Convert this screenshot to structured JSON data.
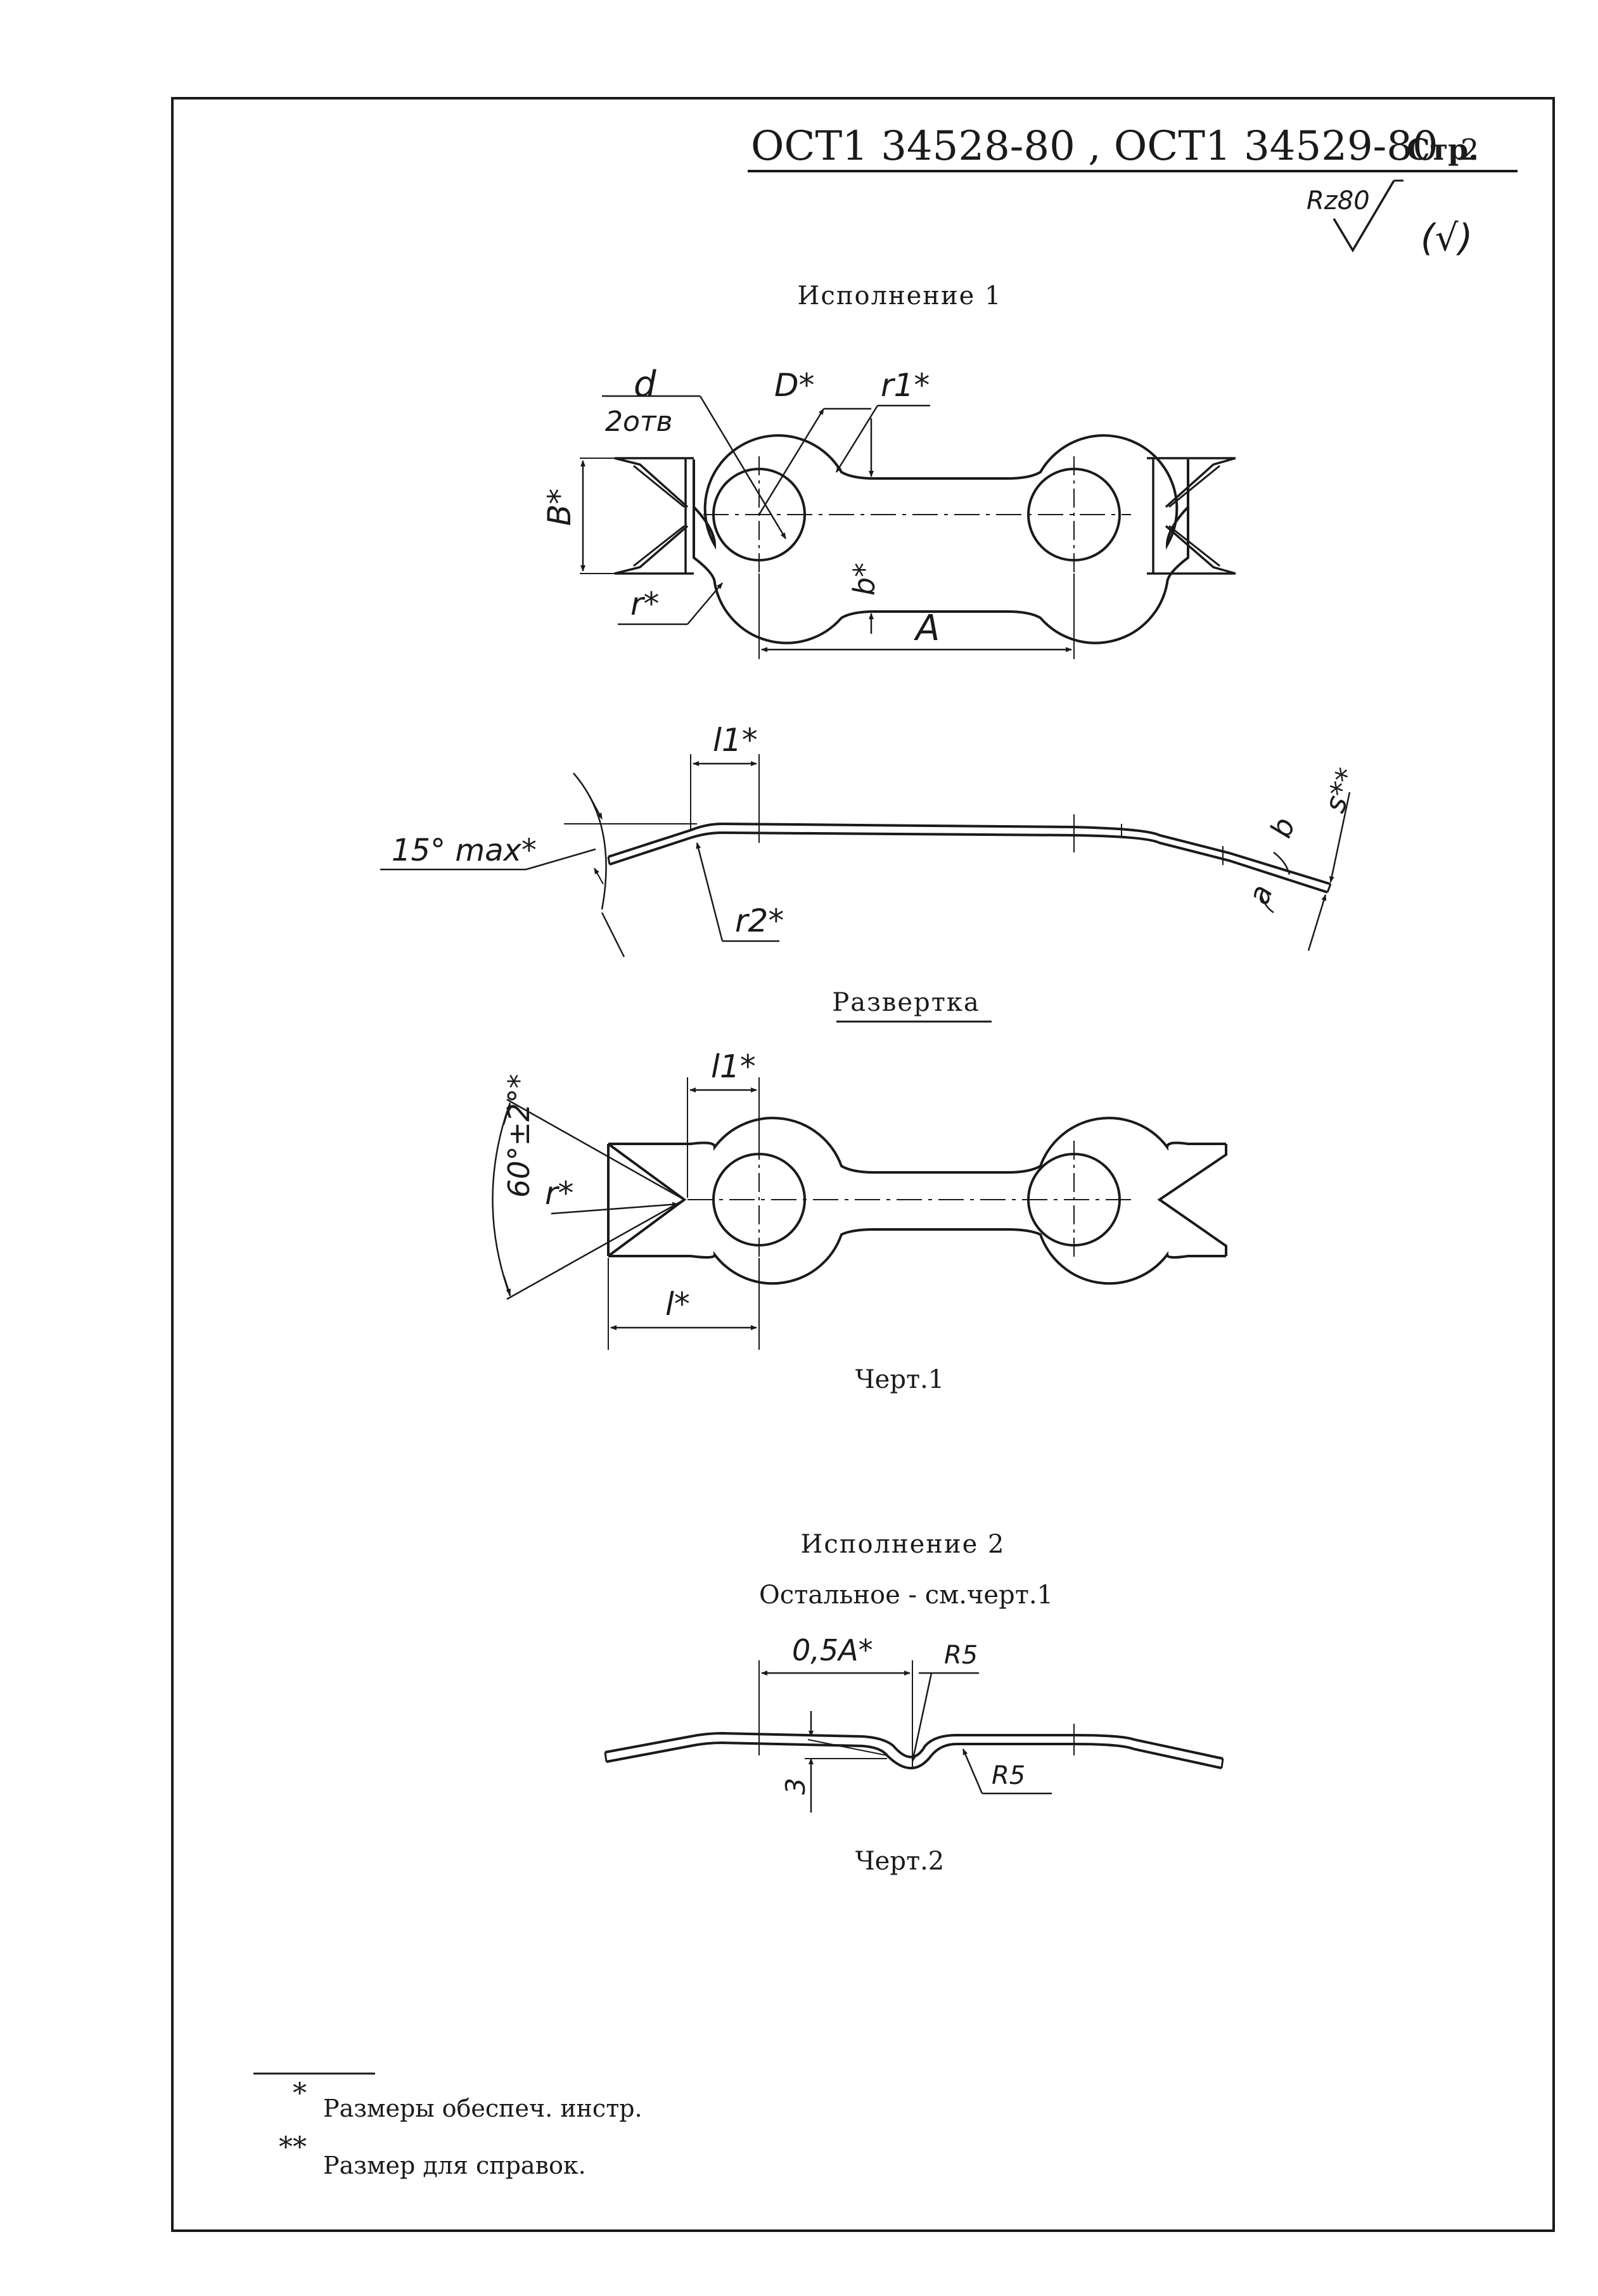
{
  "header": {
    "standard": "ОСТ1 34528-80 , ОСТ1 34529-80",
    "page_label": "Стр.",
    "page_number": "2"
  },
  "roughness": {
    "param": "Rz80",
    "bracket": "(√)"
  },
  "execution1": {
    "title": "Исполнение 1",
    "labels": {
      "d": "d",
      "holes": "2отв",
      "D": "D*",
      "r1": "r1*",
      "B": "B*",
      "b": "b*",
      "r": "r*",
      "A": "A",
      "l1": "l1*",
      "angle15": "15° max*",
      "r2": "r2*",
      "a": "a",
      "b_small": "b",
      "s": "s**"
    }
  },
  "development": {
    "title": "Развертка",
    "labels": {
      "l1": "l1*",
      "angle60": "60°±2°*",
      "r": "r*",
      "l": "l*"
    },
    "caption": "Черт.1"
  },
  "execution2": {
    "title": "Исполнение 2",
    "subtitle": "Остальное - см.черт.1",
    "labels": {
      "half_a": "0,5A*",
      "r5_top": "R5",
      "r5_bottom": "R5",
      "depth": "3"
    },
    "caption": "Черт.2"
  },
  "footnotes": [
    {
      "mark": "*",
      "text": "Размеры обеспеч. инстр."
    },
    {
      "mark": "**",
      "text": "Размер для справок."
    }
  ]
}
